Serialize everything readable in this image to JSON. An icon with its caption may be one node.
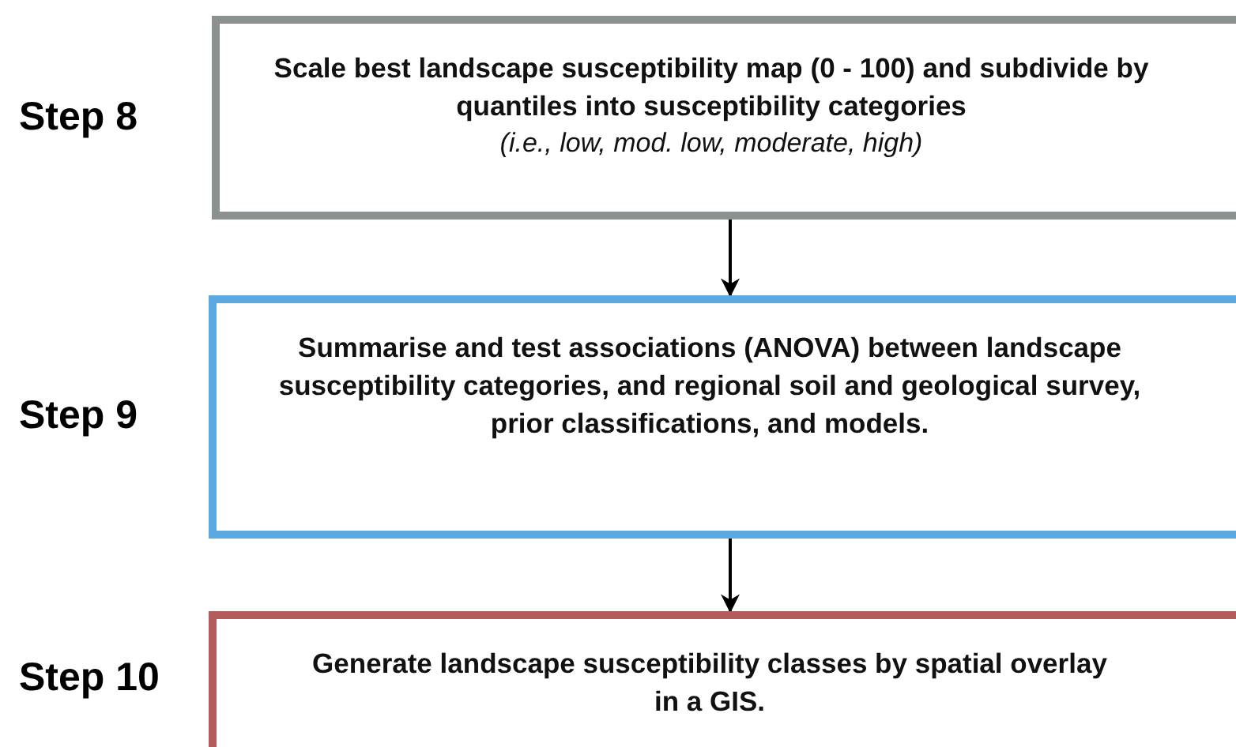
{
  "diagram": {
    "nodes": [
      {
        "text": [
          "Scale best landscape susceptibility map (0 - 100) and subdivide by quantiles into susceptibility categories",
          "(i.e., low, mod. low, moderate, high)"
        ],
        "beside": [
          "Step 8"
        ]
      },
      {
        "text": [
          "Summarise and test associations (ANOVA) between landscape susceptibility categories, and regional soil and geological survey, prior classifications, and models."
        ],
        "beside": [
          "Step 9"
        ]
      },
      {
        "text": [
          "Generate landscape susceptibility classes by spatial overlay in a GIS."
        ],
        "beside": [
          "Step 10"
        ]
      }
    ],
    "edges": [
      {
        "from": 0,
        "to": 1,
        "arrow": "to"
      },
      {
        "from": 1,
        "to": 2,
        "arrow": "to"
      }
    ]
  }
}
